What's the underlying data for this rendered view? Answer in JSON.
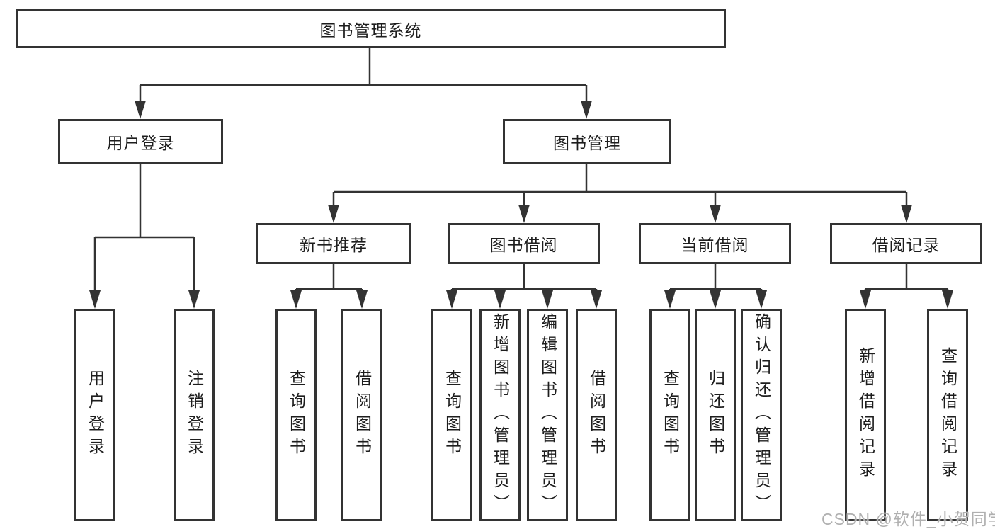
{
  "diagram": {
    "root": "图书管理系统",
    "level2": [
      "用户登录",
      "图书管理"
    ],
    "level3": [
      "新书推荐",
      "图书借阅",
      "当前借阅",
      "借阅记录"
    ],
    "leaves": {
      "user_login": [
        "用户登录",
        "注销登录"
      ],
      "new_books": [
        "查询图书",
        "借阅图书"
      ],
      "book_borrow": [
        "查询图书",
        "新增图书（管理员）",
        "编辑图书（管理员）",
        "借阅图书"
      ],
      "current_borrow": [
        "查询图书",
        "归还图书",
        "确认归还（管理员）"
      ],
      "borrow_records": [
        "新增借阅记录",
        "查询借阅记录"
      ]
    }
  },
  "watermark": "CSDN @软件_小贺同学",
  "colors": {
    "line": "#333333",
    "text": "#1d1d1d",
    "box_fill": "#ffffff",
    "background": "#ffffff",
    "watermark": "#b0b0b0"
  }
}
